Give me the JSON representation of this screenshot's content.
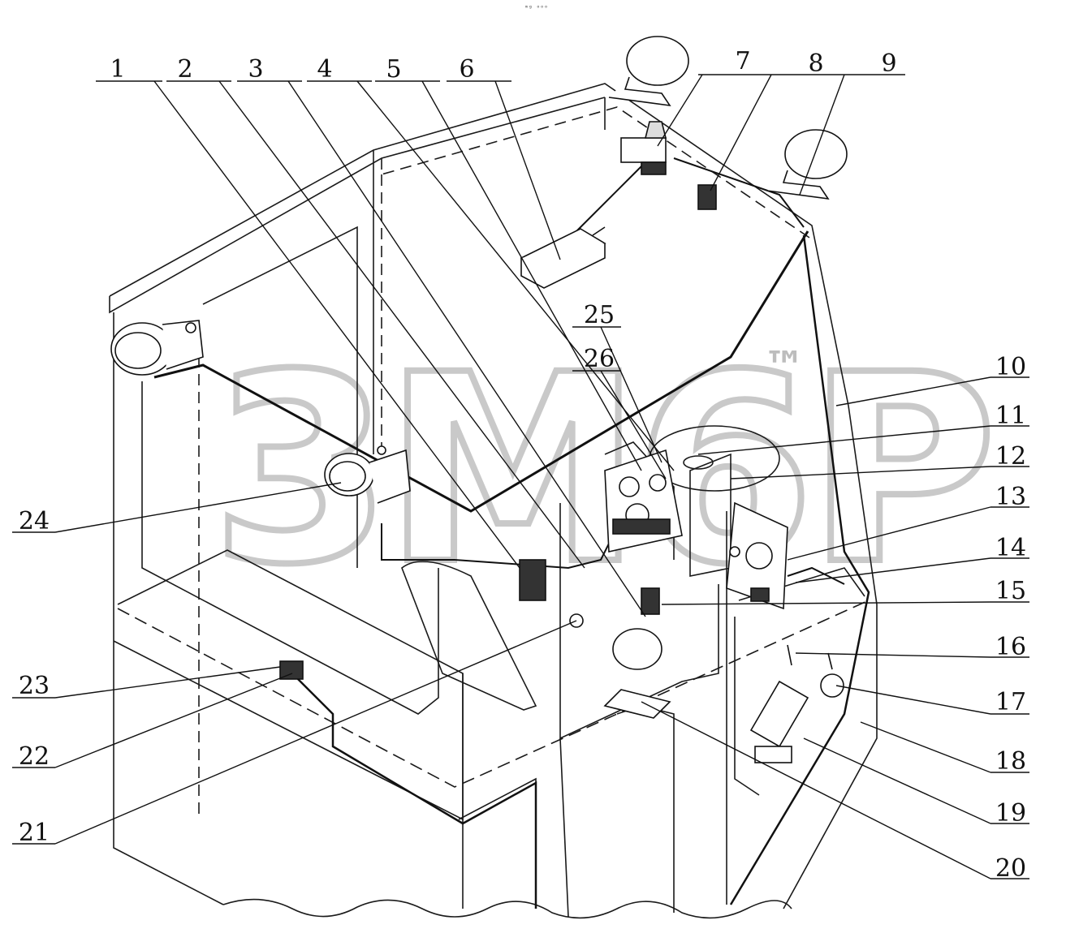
{
  "top_mark": "ᵐᵍ ᵒᵒᵒ",
  "watermark": {
    "text": "3M6P",
    "tm": "™"
  },
  "callouts": [
    {
      "id": "1",
      "label": "1"
    },
    {
      "id": "2",
      "label": "2"
    },
    {
      "id": "3",
      "label": "3"
    },
    {
      "id": "4",
      "label": "4"
    },
    {
      "id": "5",
      "label": "5"
    },
    {
      "id": "6",
      "label": "6"
    },
    {
      "id": "7",
      "label": "7"
    },
    {
      "id": "8",
      "label": "8"
    },
    {
      "id": "9",
      "label": "9"
    },
    {
      "id": "10",
      "label": "10"
    },
    {
      "id": "11",
      "label": "11"
    },
    {
      "id": "12",
      "label": "12"
    },
    {
      "id": "13",
      "label": "13"
    },
    {
      "id": "14",
      "label": "14"
    },
    {
      "id": "15",
      "label": "15"
    },
    {
      "id": "16",
      "label": "16"
    },
    {
      "id": "17",
      "label": "17"
    },
    {
      "id": "18",
      "label": "18"
    },
    {
      "id": "19",
      "label": "19"
    },
    {
      "id": "20",
      "label": "20"
    },
    {
      "id": "21",
      "label": "21"
    },
    {
      "id": "22",
      "label": "22"
    },
    {
      "id": "23",
      "label": "23"
    },
    {
      "id": "24",
      "label": "24"
    },
    {
      "id": "25",
      "label": "25"
    },
    {
      "id": "26",
      "label": "26"
    }
  ]
}
